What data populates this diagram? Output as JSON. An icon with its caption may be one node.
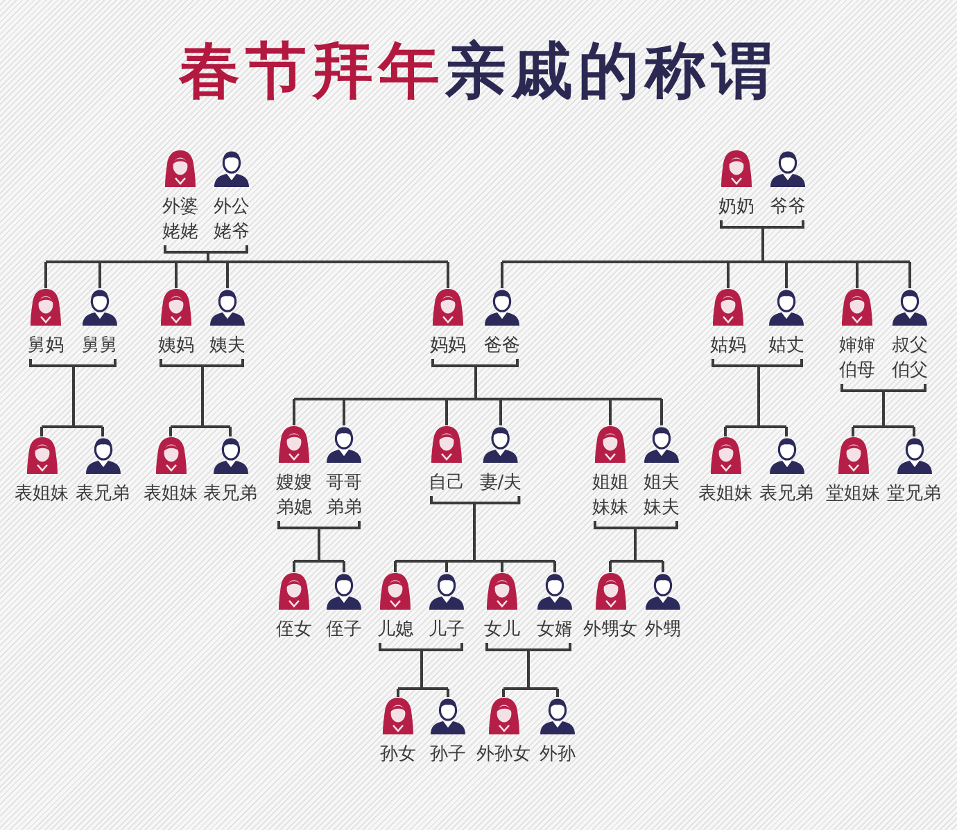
{
  "diagram": {
    "title": "春节拜年亲戚的称谓",
    "nodes": [
      {
        "text": [
          "外婆",
          "姥姥"
        ]
      },
      {
        "text": [
          "外公",
          "姥爷"
        ]
      },
      {
        "text": [
          "奶奶"
        ]
      },
      {
        "text": [
          "爷爷"
        ]
      },
      {
        "text": [
          "舅妈"
        ]
      },
      {
        "text": [
          "舅舅"
        ]
      },
      {
        "text": [
          "姨妈"
        ]
      },
      {
        "text": [
          "姨夫"
        ]
      },
      {
        "text": [
          "妈妈"
        ]
      },
      {
        "text": [
          "爸爸"
        ]
      },
      {
        "text": [
          "姑妈"
        ]
      },
      {
        "text": [
          "姑丈"
        ]
      },
      {
        "text": [
          "婶婶",
          "伯母"
        ]
      },
      {
        "text": [
          "叔父",
          "伯父"
        ]
      },
      {
        "text": [
          "表姐妹"
        ]
      },
      {
        "text": [
          "表兄弟"
        ]
      },
      {
        "text": [
          "表姐妹"
        ]
      },
      {
        "text": [
          "表兄弟"
        ]
      },
      {
        "text": [
          "嫂嫂",
          "弟媳"
        ]
      },
      {
        "text": [
          "哥哥",
          "弟弟"
        ]
      },
      {
        "text": [
          "自己"
        ]
      },
      {
        "text": [
          "妻/夫"
        ]
      },
      {
        "text": [
          "姐姐",
          "妹妹"
        ]
      },
      {
        "text": [
          "姐夫",
          "妹夫"
        ]
      },
      {
        "text": [
          "表姐妹"
        ]
      },
      {
        "text": [
          "表兄弟"
        ]
      },
      {
        "text": [
          "堂姐妹"
        ]
      },
      {
        "text": [
          "堂兄弟"
        ]
      },
      {
        "text": [
          "侄女"
        ]
      },
      {
        "text": [
          "侄子"
        ]
      },
      {
        "text": [
          "儿媳"
        ]
      },
      {
        "text": [
          "儿子"
        ]
      },
      {
        "text": [
          "女儿"
        ]
      },
      {
        "text": [
          "女婿"
        ]
      },
      {
        "text": [
          "外甥女"
        ]
      },
      {
        "text": [
          "外甥"
        ]
      },
      {
        "text": [
          "孙女"
        ]
      },
      {
        "text": [
          "孙子"
        ]
      },
      {
        "text": [
          "外孙女"
        ]
      },
      {
        "text": [
          "外孙"
        ]
      }
    ],
    "edges": [
      {
        "from": 0,
        "to": 4,
        "arrow": "none"
      },
      {
        "from": 0,
        "to": 5,
        "arrow": "none"
      },
      {
        "from": 0,
        "to": 6,
        "arrow": "none"
      },
      {
        "from": 0,
        "to": 7,
        "arrow": "none"
      },
      {
        "from": 0,
        "to": 8,
        "arrow": "none"
      },
      {
        "from": 1,
        "to": 4,
        "arrow": "none"
      },
      {
        "from": 1,
        "to": 5,
        "arrow": "none"
      },
      {
        "from": 1,
        "to": 6,
        "arrow": "none"
      },
      {
        "from": 1,
        "to": 7,
        "arrow": "none"
      },
      {
        "from": 1,
        "to": 8,
        "arrow": "none"
      },
      {
        "from": 2,
        "to": 9,
        "arrow": "none"
      },
      {
        "from": 2,
        "to": 10,
        "arrow": "none"
      },
      {
        "from": 2,
        "to": 11,
        "arrow": "none"
      },
      {
        "from": 2,
        "to": 12,
        "arrow": "none"
      },
      {
        "from": 2,
        "to": 13,
        "arrow": "none"
      },
      {
        "from": 3,
        "to": 9,
        "arrow": "none"
      },
      {
        "from": 3,
        "to": 10,
        "arrow": "none"
      },
      {
        "from": 3,
        "to": 11,
        "arrow": "none"
      },
      {
        "from": 3,
        "to": 12,
        "arrow": "none"
      },
      {
        "from": 3,
        "to": 13,
        "arrow": "none"
      },
      {
        "from": 4,
        "to": 14,
        "arrow": "none"
      },
      {
        "from": 4,
        "to": 15,
        "arrow": "none"
      },
      {
        "from": 5,
        "to": 14,
        "arrow": "none"
      },
      {
        "from": 5,
        "to": 15,
        "arrow": "none"
      },
      {
        "from": 6,
        "to": 16,
        "arrow": "none"
      },
      {
        "from": 6,
        "to": 17,
        "arrow": "none"
      },
      {
        "from": 7,
        "to": 16,
        "arrow": "none"
      },
      {
        "from": 7,
        "to": 17,
        "arrow": "none"
      },
      {
        "from": 8,
        "to": 18,
        "arrow": "none"
      },
      {
        "from": 8,
        "to": 19,
        "arrow": "none"
      },
      {
        "from": 8,
        "to": 20,
        "arrow": "none"
      },
      {
        "from": 8,
        "to": 21,
        "arrow": "none"
      },
      {
        "from": 8,
        "to": 22,
        "arrow": "none"
      },
      {
        "from": 8,
        "to": 23,
        "arrow": "none"
      },
      {
        "from": 9,
        "to": 18,
        "arrow": "none"
      },
      {
        "from": 9,
        "to": 19,
        "arrow": "none"
      },
      {
        "from": 9,
        "to": 20,
        "arrow": "none"
      },
      {
        "from": 9,
        "to": 21,
        "arrow": "none"
      },
      {
        "from": 9,
        "to": 22,
        "arrow": "none"
      },
      {
        "from": 9,
        "to": 23,
        "arrow": "none"
      },
      {
        "from": 10,
        "to": 24,
        "arrow": "none"
      },
      {
        "from": 10,
        "to": 25,
        "arrow": "none"
      },
      {
        "from": 11,
        "to": 24,
        "arrow": "none"
      },
      {
        "from": 11,
        "to": 25,
        "arrow": "none"
      },
      {
        "from": 12,
        "to": 26,
        "arrow": "none"
      },
      {
        "from": 12,
        "to": 27,
        "arrow": "none"
      },
      {
        "from": 13,
        "to": 26,
        "arrow": "none"
      },
      {
        "from": 13,
        "to": 27,
        "arrow": "none"
      },
      {
        "from": 18,
        "to": 28,
        "arrow": "none"
      },
      {
        "from": 18,
        "to": 29,
        "arrow": "none"
      },
      {
        "from": 19,
        "to": 28,
        "arrow": "none"
      },
      {
        "from": 19,
        "to": 29,
        "arrow": "none"
      },
      {
        "from": 20,
        "to": 30,
        "arrow": "none"
      },
      {
        "from": 20,
        "to": 31,
        "arrow": "none"
      },
      {
        "from": 20,
        "to": 32,
        "arrow": "none"
      },
      {
        "from": 20,
        "to": 33,
        "arrow": "none"
      },
      {
        "from": 21,
        "to": 30,
        "arrow": "none"
      },
      {
        "from": 21,
        "to": 31,
        "arrow": "none"
      },
      {
        "from": 21,
        "to": 32,
        "arrow": "none"
      },
      {
        "from": 21,
        "to": 33,
        "arrow": "none"
      },
      {
        "from": 22,
        "to": 34,
        "arrow": "none"
      },
      {
        "from": 22,
        "to": 35,
        "arrow": "none"
      },
      {
        "from": 23,
        "to": 34,
        "arrow": "none"
      },
      {
        "from": 23,
        "to": 35,
        "arrow": "none"
      },
      {
        "from": 30,
        "to": 36,
        "arrow": "none"
      },
      {
        "from": 30,
        "to": 37,
        "arrow": "none"
      },
      {
        "from": 31,
        "to": 36,
        "arrow": "none"
      },
      {
        "from": 31,
        "to": 37,
        "arrow": "none"
      },
      {
        "from": 32,
        "to": 38,
        "arrow": "none"
      },
      {
        "from": 32,
        "to": 39,
        "arrow": "none"
      },
      {
        "from": 33,
        "to": 38,
        "arrow": "none"
      },
      {
        "from": 33,
        "to": 39,
        "arrow": "none"
      }
    ]
  }
}
